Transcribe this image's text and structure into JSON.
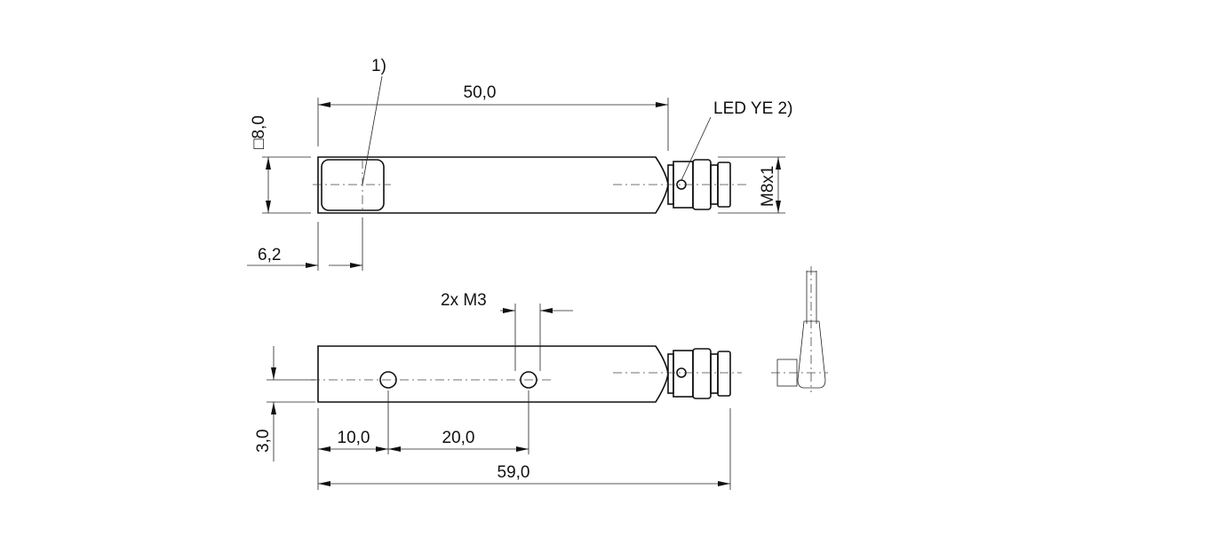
{
  "drawing": {
    "note_1": "1)",
    "dim_length_50": "50,0",
    "led_label": "LED YE 2)",
    "dim_square_8": "□8,0",
    "thread_label": "M8x1",
    "dim_6_2": "6,2",
    "mount_holes": "2x M3",
    "dim_3_0": "3,0",
    "dim_10_0": "10,0",
    "dim_20_0": "20,0",
    "dim_total_59": "59,0"
  }
}
